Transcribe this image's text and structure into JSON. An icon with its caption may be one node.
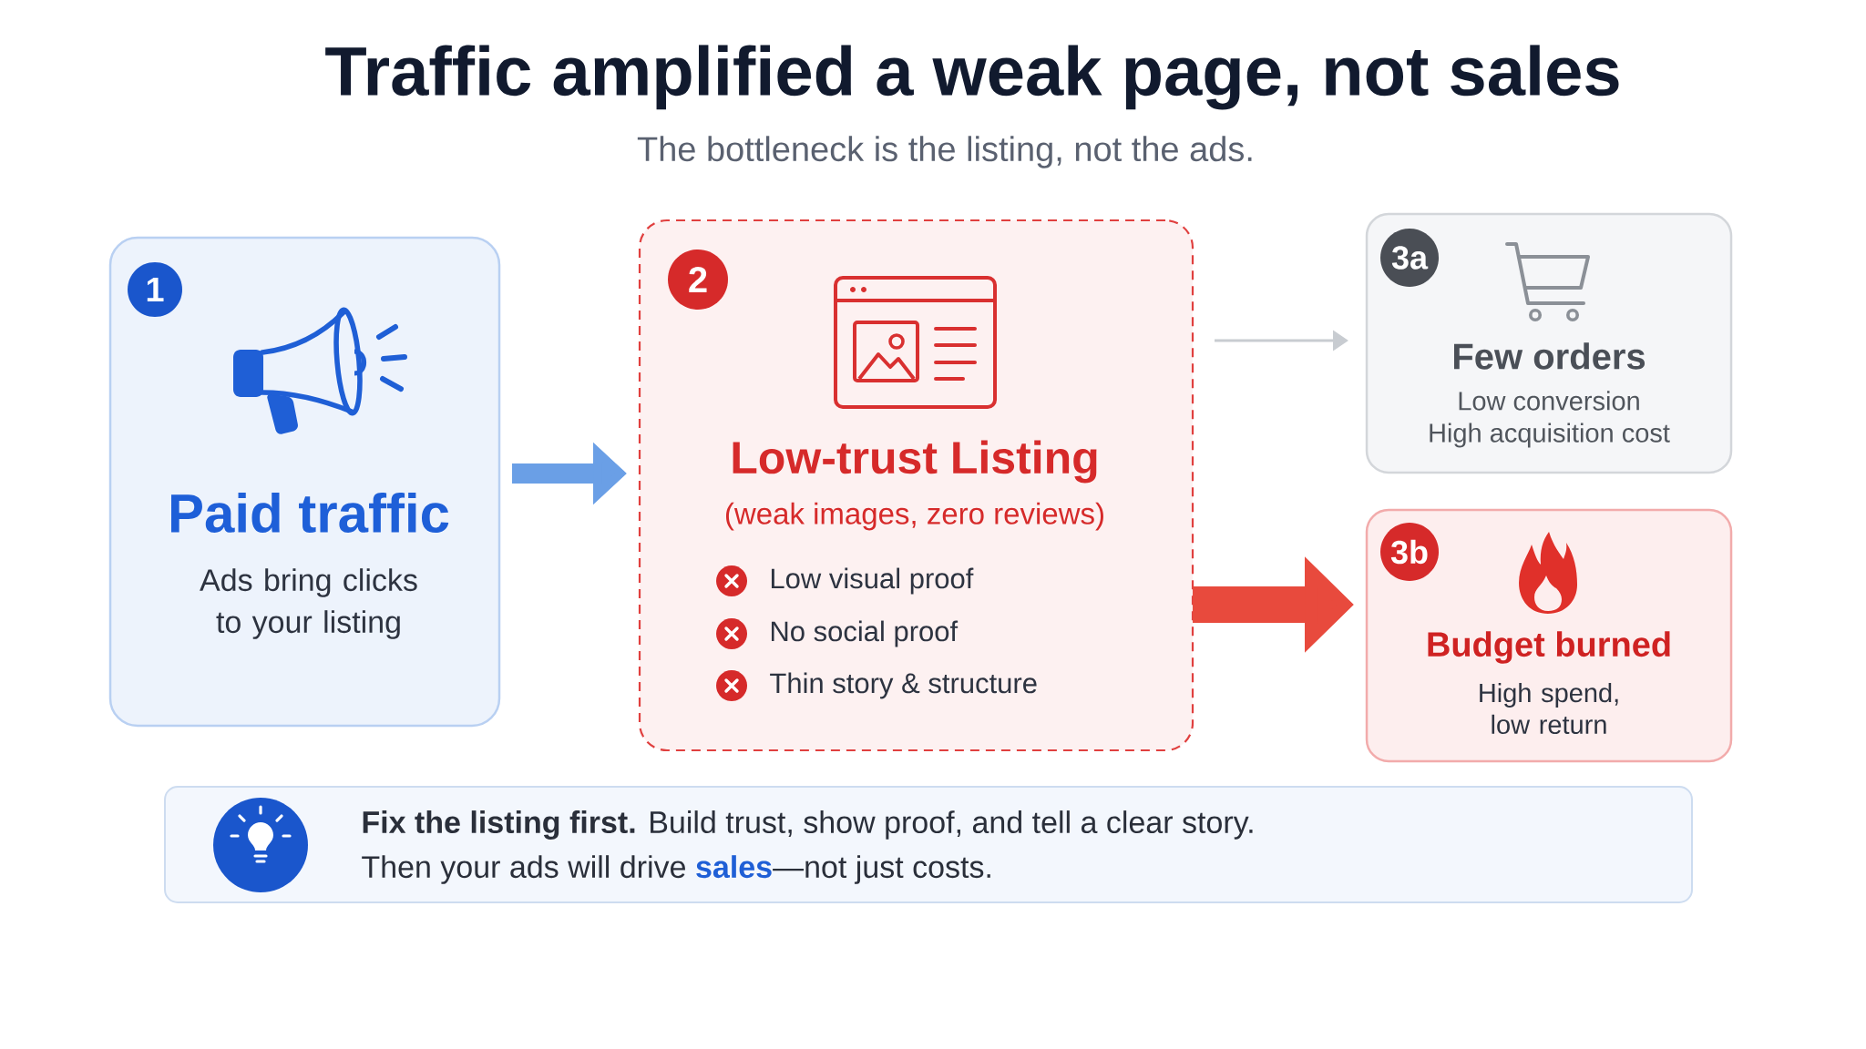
{
  "diagram": {
    "title": "Traffic amplified a weak page, not sales",
    "nodes": [
      {
        "text": [
          "Paid traffic",
          "Ads bring clicks to your listing"
        ]
      },
      {
        "text": [
          "1"
        ],
        "in": 0
      },
      {
        "text": [
          "Low-trust Listing",
          "(weak images, zero reviews)",
          "Low visual proof",
          "No social proof",
          "Thin story & structure"
        ]
      },
      {
        "text": [
          "2"
        ],
        "in": 2
      },
      {
        "text": [
          "Few orders",
          "Low conversion",
          "High acquisition cost"
        ]
      },
      {
        "text": [
          "3a"
        ],
        "in": 4
      },
      {
        "text": [
          "Budget burned",
          "High spend, low return"
        ]
      },
      {
        "text": [
          "3b"
        ],
        "in": 6
      },
      {
        "text": [
          "**Fix the listing first.** Build trust, show proof, and tell a clear story.",
          "Then your ads will drive **sales**—not just costs."
        ]
      }
    ],
    "edges": [
      {
        "from": 0,
        "to": 2,
        "arrow": "to",
        "color": "#6a9fe6"
      },
      {
        "from": 2,
        "to": 4,
        "arrow": "to",
        "color": "#c8ccd1"
      },
      {
        "from": 2,
        "to": 6,
        "arrow": "to",
        "style": "thick",
        "color": "#e84a3d"
      }
    ],
    "labels": [
      "The bottleneck is the listing, not the ads."
    ]
  }
}
